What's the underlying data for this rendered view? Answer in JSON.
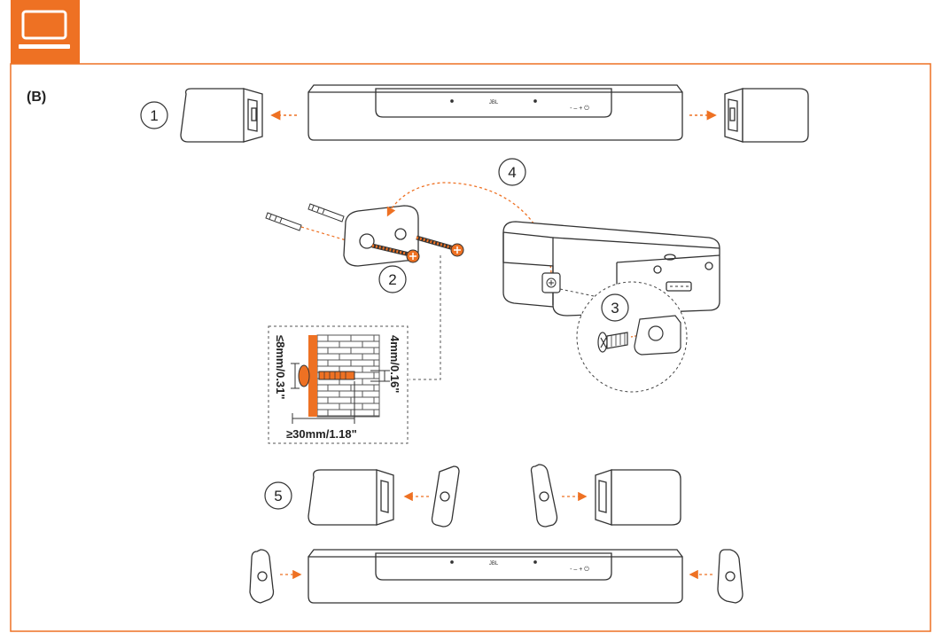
{
  "header": {
    "icon": "tv-monitor-icon",
    "accent_color": "#EE7123"
  },
  "panel_label": "(B)",
  "steps": {
    "s1": "1",
    "s2": "2",
    "s3": "3",
    "s4": "4",
    "s5": "5"
  },
  "soundbar": {
    "brand": "JBL",
    "controls": "-  –  +  ⏻"
  },
  "dimensions": {
    "head_depth": "≤8mm/0.31\"",
    "hole_diameter": "4mm/0.16\"",
    "screw_length": "≥30mm/1.18\""
  },
  "colors": {
    "accent": "#EE7123",
    "line": "#444444",
    "frame": "#EE7123"
  }
}
